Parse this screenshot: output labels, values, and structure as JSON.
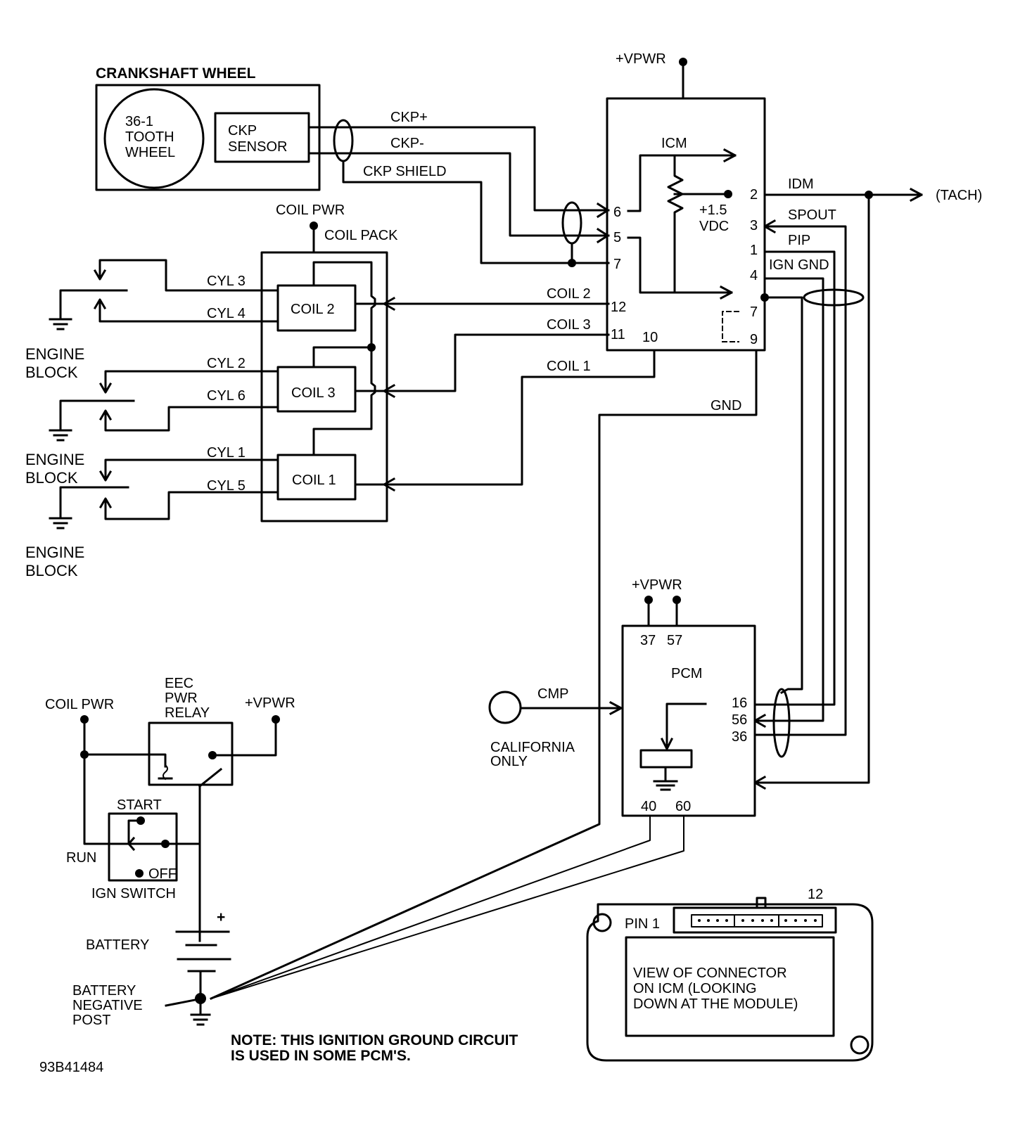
{
  "figure_id": "93B41484",
  "crankshaft": {
    "title": "CRANKSHAFT WHEEL",
    "wheel": [
      "36-1",
      "TOOTH",
      "WHEEL"
    ],
    "sensor": [
      "CKP",
      "SENSOR"
    ],
    "wires": {
      "ckp_plus": "CKP+",
      "ckp_minus": "CKP-",
      "shield": "CKP SHIELD"
    }
  },
  "icm": {
    "vpwr": "+VPWR",
    "title": "ICM",
    "voltage": [
      "+1.5",
      "VDC"
    ],
    "pins_left": {
      "p6": "6",
      "p5": "5",
      "p7": "7",
      "p12": "12",
      "p11": "11"
    },
    "pins_bottom": {
      "p10": "10"
    },
    "pins_right": {
      "p2": "2",
      "p3": "3",
      "p1": "1",
      "p4": "4",
      "p7": "7",
      "p9": "9"
    },
    "signals": {
      "idm": "IDM",
      "tach": "(TACH)",
      "spout": "SPOUT",
      "pip": "PIP",
      "ign_gnd": "IGN GND",
      "gnd": "GND"
    }
  },
  "coil_pack": {
    "power": "COIL PWR",
    "title": "COIL PACK",
    "coils": [
      "COIL 2",
      "COIL 3",
      "COIL 1"
    ],
    "cylinders": [
      "CYL 3",
      "CYL 4",
      "CYL 2",
      "CYL 6",
      "CYL 1",
      "CYL 5"
    ],
    "coil_wires": [
      "COIL 2",
      "COIL 3",
      "COIL 1"
    ],
    "ground_label": [
      "ENGINE",
      "BLOCK"
    ]
  },
  "pcm": {
    "vpwr": "+VPWR",
    "title": "PCM",
    "pins_top": [
      "37",
      "57"
    ],
    "pins_right": [
      "16",
      "56",
      "36"
    ],
    "pins_bottom": [
      "40",
      "60"
    ],
    "cmp": "CMP",
    "cmp_note": [
      "CALIFORNIA",
      "ONLY"
    ]
  },
  "power": {
    "coil_pwr": "COIL PWR",
    "relay": [
      "EEC",
      "PWR",
      "RELAY"
    ],
    "vpwr": "+VPWR",
    "switch_start": "START",
    "switch_run": "RUN",
    "switch_off": "OFF",
    "switch_label": "IGN SWITCH",
    "battery_plus": "+",
    "battery": "BATTERY",
    "neg_post": [
      "BATTERY",
      "NEGATIVE",
      "POST"
    ]
  },
  "note": [
    "NOTE: THIS IGNITION GROUND CIRCUIT",
    "IS USED IN SOME PCM'S."
  ],
  "connector_view": {
    "pin1": "PIN 1",
    "pin12": "12",
    "caption": [
      "VIEW OF CONNECTOR",
      "ON ICM (LOOKING",
      "DOWN AT THE MODULE)"
    ]
  }
}
